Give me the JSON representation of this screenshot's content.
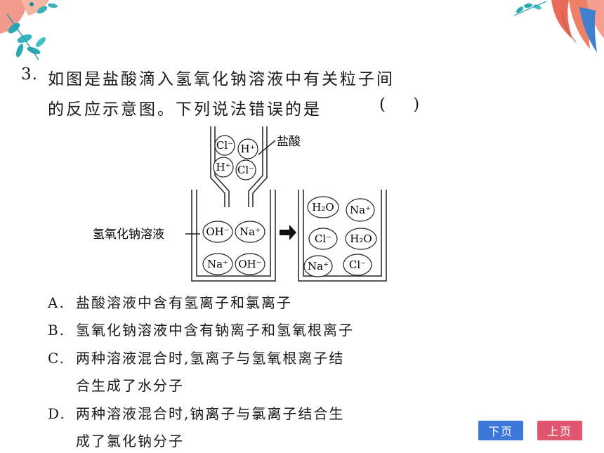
{
  "question": {
    "number": "3.",
    "stem_line1": "如图是盐酸滴入氢氧化钠溶液中有关粒子间",
    "stem_line2": "的反应示意图。下列说法错误的是",
    "answer_paren": "(    )"
  },
  "diagram": {
    "dropper_label": "盐酸",
    "beaker_label": "氢氧化钠溶液",
    "dropper_ions": [
      "Cl⁻",
      "H⁺",
      "H⁺",
      "Cl⁻"
    ],
    "left_beaker_ions": [
      "OH⁻",
      "Na⁺",
      "Na⁺",
      "OH⁻"
    ],
    "right_beaker_particles": [
      "H₂O",
      "Na⁺",
      "Cl⁻",
      "H₂O",
      "Na⁺",
      "Cl⁻"
    ]
  },
  "options": [
    {
      "letter": "A.",
      "text": "盐酸溶液中含有氢离子和氯离子"
    },
    {
      "letter": "B.",
      "text": "氢氧化钠溶液中含有钠离子和氢氧根离子"
    },
    {
      "letter": "C.",
      "text_line1": "两种溶液混合时,氢离子与氢氧根离子结",
      "text_line2": "合生成了水分子"
    },
    {
      "letter": "D.",
      "text_line1": "两种溶液混合时,钠离子与氯离子结合生",
      "text_line2": "成了氯化钠分子"
    }
  ],
  "nav": {
    "next_label": "下页",
    "prev_label": "上页",
    "next_color": "#3d78d8",
    "prev_color": "#e0566e"
  }
}
